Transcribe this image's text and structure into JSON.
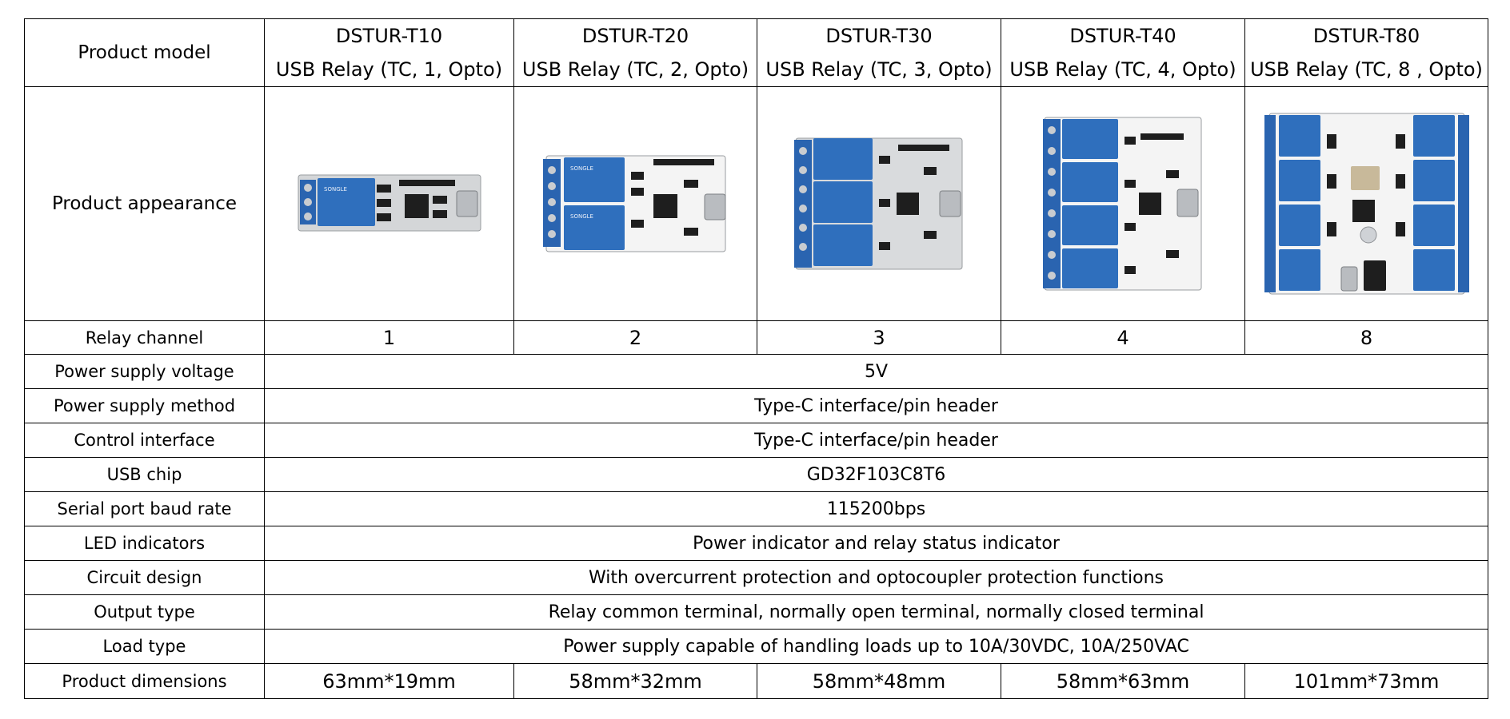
{
  "table": {
    "rows": {
      "model": "Product model",
      "appearance": "Product appearance",
      "relay_channel": "Relay channel",
      "voltage": "Power supply voltage",
      "supply_method": "Power supply method",
      "control": "Control interface",
      "chip": "USB chip",
      "baud": "Serial port baud rate",
      "led": "LED indicators",
      "circuit": "Circuit design",
      "output": "Output type",
      "load": "Load type",
      "dimensions": "Product dimensions"
    },
    "products": [
      {
        "model": "DSTUR-T10",
        "desc": "USB Relay (TC, 1, Opto)",
        "channels": "1",
        "dimensions": "63mm*19mm"
      },
      {
        "model": "DSTUR-T20",
        "desc": "USB Relay (TC, 2, Opto)",
        "channels": "2",
        "dimensions": "58mm*32mm"
      },
      {
        "model": "DSTUR-T30",
        "desc": "USB Relay (TC, 3, Opto)",
        "channels": "3",
        "dimensions": "58mm*48mm"
      },
      {
        "model": "DSTUR-T40",
        "desc": "USB Relay (TC, 4, Opto)",
        "channels": "4",
        "dimensions": "58mm*63mm"
      },
      {
        "model": "DSTUR-T80",
        "desc": "USB Relay (TC, 8 , Opto)",
        "channels": "8",
        "dimensions": "101mm*73mm"
      }
    ],
    "shared": {
      "voltage": "5V",
      "supply_method": "Type-C interface/pin header",
      "control": "Type-C interface/pin header",
      "chip": "GD32F103C8T6",
      "baud": "115200bps",
      "led": "Power indicator and relay status indicator",
      "circuit": "With overcurrent protection and optocoupler protection functions",
      "output": "Relay common terminal, normally open terminal, normally closed terminal",
      "load": "Power supply capable of handling loads up to 10A/30VDC, 10A/250VAC"
    },
    "colors": {
      "pcb_gray": "#d4d6d8",
      "pcb_white": "#f4f4f4",
      "relay_blue": "#2f6fbd",
      "terminal_blue": "#2a64b0",
      "chip_black": "#1e1e1e",
      "usb_silver": "#b9bcc0"
    },
    "images": [
      {
        "icon": "relay-board-1ch-image"
      },
      {
        "icon": "relay-board-2ch-image"
      },
      {
        "icon": "relay-board-3ch-image"
      },
      {
        "icon": "relay-board-4ch-image"
      },
      {
        "icon": "relay-board-8ch-image"
      }
    ]
  }
}
